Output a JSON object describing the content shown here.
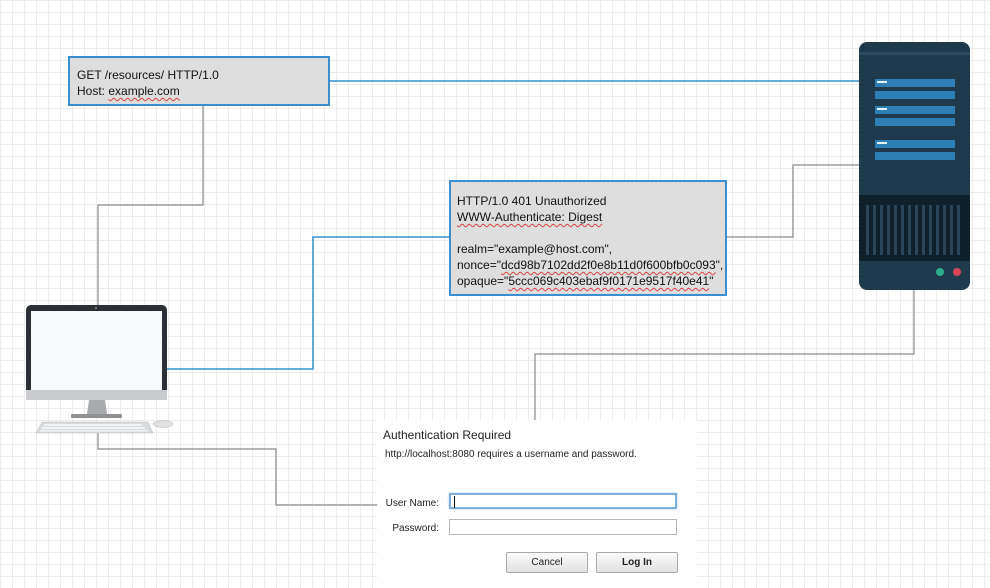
{
  "request": {
    "line1": "GET /resources/ HTTP/1.0",
    "line2_prefix": "Host: ",
    "line2_host": "example.com"
  },
  "response": {
    "line1": "HTTP/1.0 401 Unauthorized",
    "line2": "WWW-Authenticate: Digest",
    "line3": "realm=\"example@host.com\",",
    "line4_prefix": "nonce=\"",
    "line4_value": "dcd98b7102dd2f0e8b11d0f600bfb0c093",
    "line4_suffix": "\",",
    "line5_prefix": "opaque=\"",
    "line5_value": "5ccc069c403ebaf9f0171e9517f40e41",
    "line5_suffix": "\""
  },
  "dialog": {
    "title": "Authentication Required",
    "message": "http://localhost:8080 requires a username and password.",
    "username_label": "User Name:",
    "username_value": "",
    "password_label": "Password:",
    "password_value": "",
    "cancel_label": "Cancel",
    "login_label": "Log In"
  },
  "colors": {
    "wire_blue": "#3a8fd0",
    "wire_gray": "#8a8a8a",
    "message_fill": "#dedede",
    "server_body": "#1f3a4d",
    "server_slot": "#2d7fb6",
    "led_green": "#2bb08a",
    "led_red": "#d8455a"
  },
  "icons": {
    "client": "desktop-computer-icon",
    "server": "server-tower-icon"
  }
}
